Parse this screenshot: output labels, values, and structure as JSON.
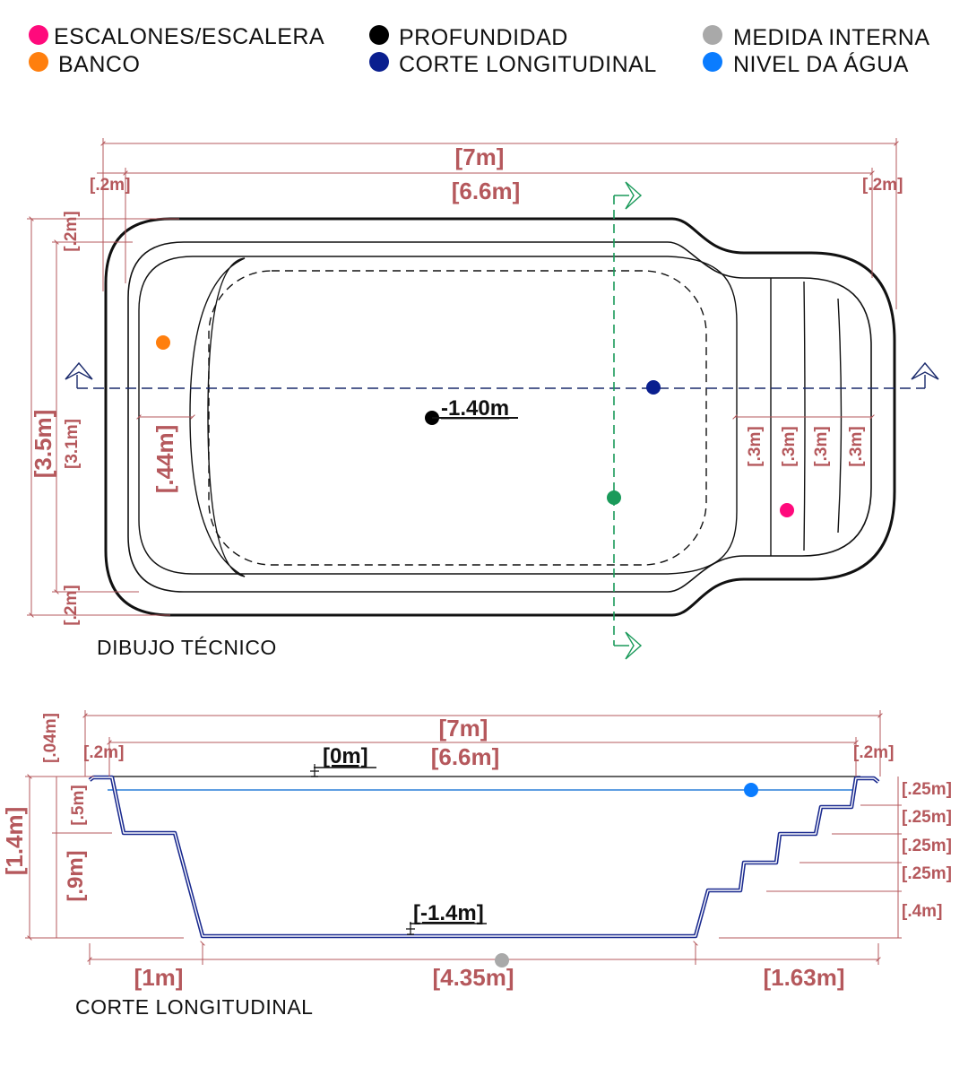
{
  "legend": [
    {
      "label": "ESCALONES/ESCALERA",
      "color": "#ff0a7c"
    },
    {
      "label": "BANCO",
      "color": "#ff7f0e"
    },
    {
      "label": "PROFUNDIDAD",
      "color": "#000000"
    },
    {
      "label": "CORTE LONGITUDINAL",
      "color": "#0a1f8f"
    },
    {
      "label": "MEDIDA INTERNA",
      "color": "#a9a9a9"
    },
    {
      "label": "NIVEL DA ÁGUA",
      "color": "#0a7cff"
    }
  ],
  "colors": {
    "dimension": "#b5585c",
    "section_line_long": "#1a2a6c",
    "section_line_cross": "#1a9a5a",
    "water_line": "#2a7fd8",
    "pool_wall": "#1a2a8f"
  },
  "plan": {
    "caption": "DIBUJO TÉCNICO",
    "depth_label": "-1.40m",
    "dims": {
      "total_length": "[7m]",
      "internal_length": "[6.6m]",
      "edge_left": "[.2m]",
      "edge_right": "[.2m]",
      "total_width": "[3.5m]",
      "internal_width": "[3.1m]",
      "edge_top": "[.2m]",
      "edge_bottom": "[.2m]",
      "bench_width": "[.44m]",
      "step_1": "[.3m]",
      "step_2": "[.3m]",
      "step_3": "[.3m]",
      "step_4": "[.3m]"
    }
  },
  "section": {
    "caption": "CORTE LONGITUDINAL",
    "level_top": "[0m]",
    "level_bottom": "[-1.4m]",
    "dims": {
      "total_length": "[7m]",
      "internal_length": "[6.6m]",
      "edge_left": "[.2m]",
      "edge_right": "[.2m]",
      "coping": "[.04m]",
      "total_depth": "[1.4m]",
      "bench_depth": "[.5m]",
      "lower_depth": "[.9m]",
      "left_slope": "[1m]",
      "floor_length": "[4.35m]",
      "right_steps": "[1.63m]",
      "step_h1": "[.25m]",
      "step_h2": "[.25m]",
      "step_h3": "[.25m]",
      "step_h4": "[.25m]",
      "step_h5": "[.4m]"
    }
  }
}
